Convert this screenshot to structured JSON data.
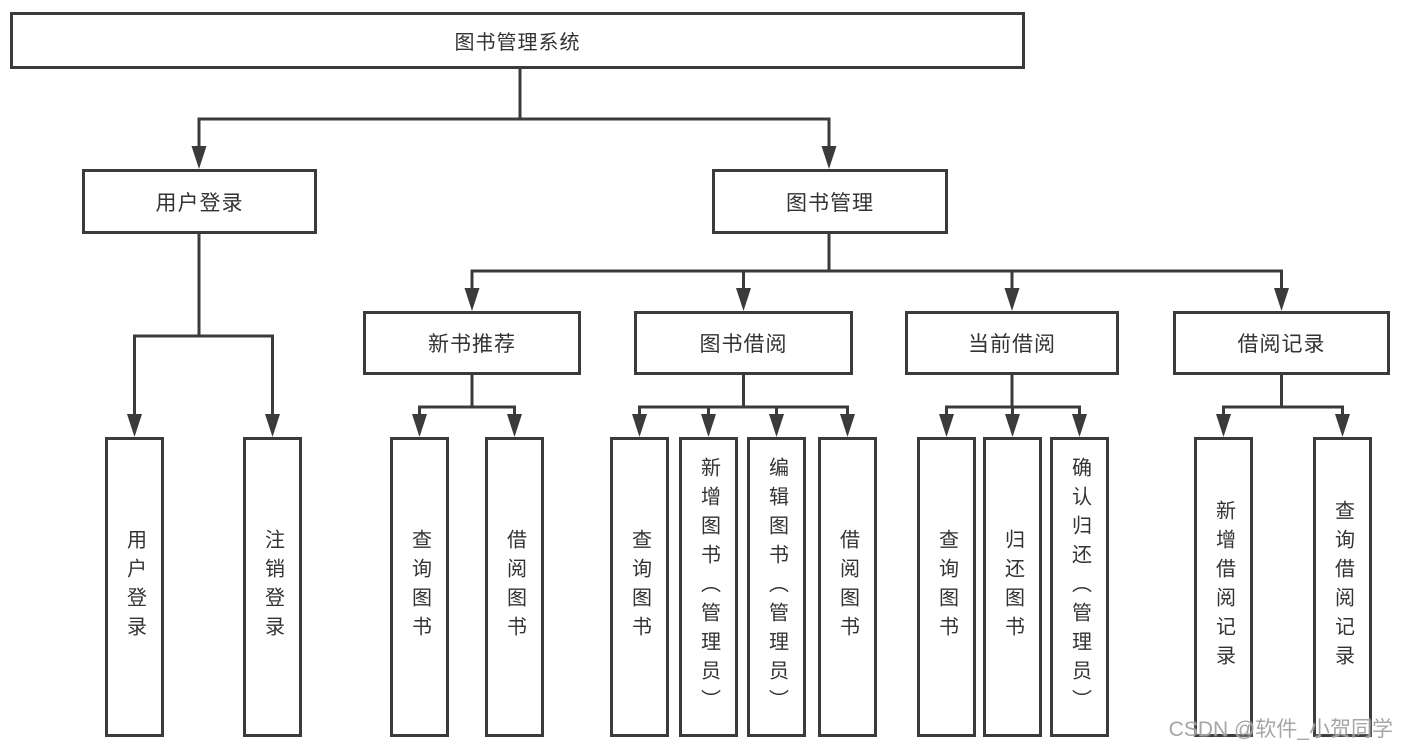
{
  "diagram": {
    "title": "图书管理系统",
    "level2": {
      "user_login": {
        "label": "用户登录"
      },
      "book_mgmt": {
        "label": "图书管理"
      }
    },
    "level3": {
      "new_book_rec": {
        "label": "新书推荐"
      },
      "book_borrow": {
        "label": "图书借阅"
      },
      "current_borrow": {
        "label": "当前借阅"
      },
      "borrow_records": {
        "label": "借阅记录"
      }
    },
    "leaves": {
      "user_login": [
        "用户登录",
        "注销登录"
      ],
      "new_book_rec": [
        "查询图书",
        "借阅图书"
      ],
      "book_borrow": [
        "查询图书",
        "新增图书（管理员）",
        "编辑图书（管理员）",
        "借阅图书"
      ],
      "current_borrow": [
        "查询图书",
        "归还图书",
        "确认归还（管理员）"
      ],
      "borrow_records": [
        "新增借阅记录",
        "查询借阅记录"
      ]
    }
  },
  "watermark": "CSDN @软件_小贺同学",
  "colors": {
    "line": "#3b3b3b",
    "text": "#333333",
    "watermark": "#9e9e9e",
    "background": "#ffffff"
  }
}
